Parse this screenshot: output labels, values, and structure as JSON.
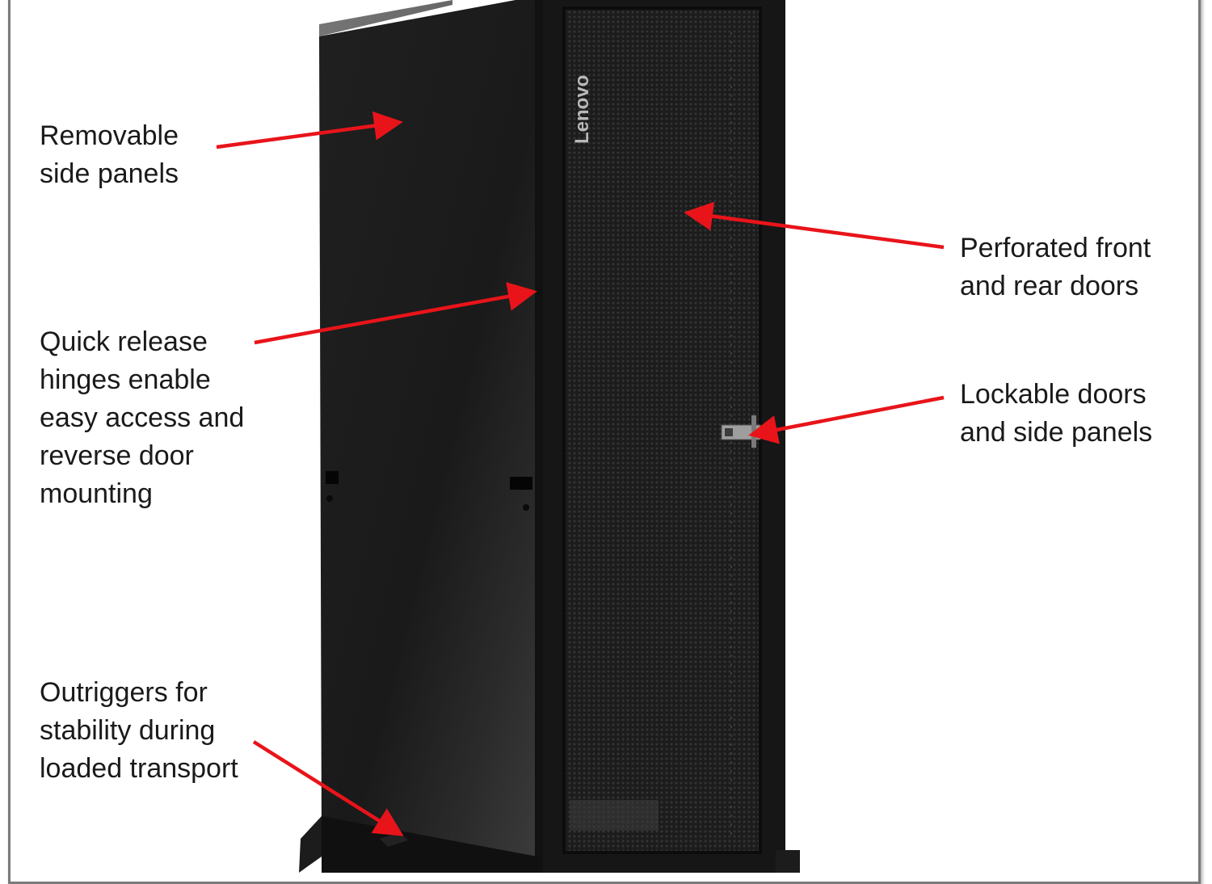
{
  "callouts": {
    "side_panels": "Removable side panels",
    "perforated_doors": "Perforated front and rear doors",
    "hinges": "Quick release hinges enable easy access and reverse door mounting",
    "lockable": "Lockable doors and side panels",
    "outriggers": "Outriggers for stability during loaded transport"
  },
  "brand": {
    "logo_text": "Lenovo"
  },
  "colors": {
    "arrow": "#e8141a",
    "cabinet": "#1b1b1b",
    "door_mesh": "#2a2a2a",
    "frame": "#7a7a7a"
  }
}
